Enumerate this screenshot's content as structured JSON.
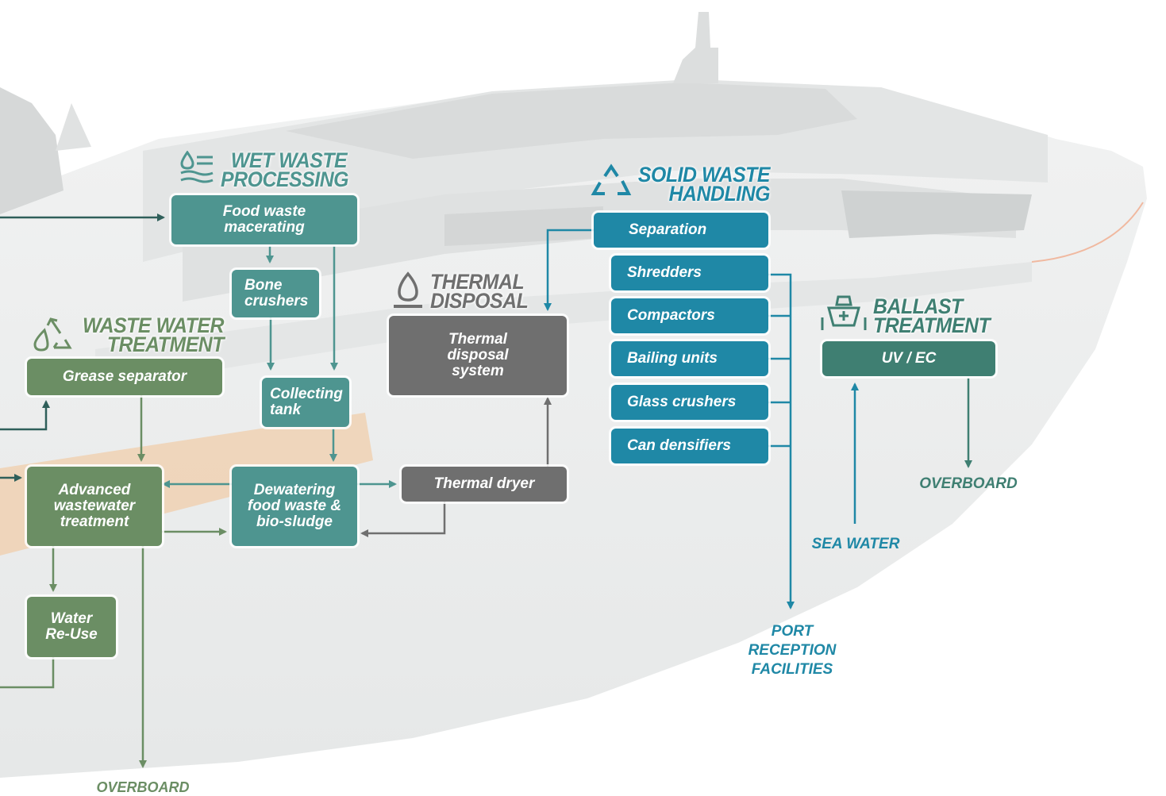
{
  "sections": {
    "wet_waste": {
      "title_line1": "WET WASTE",
      "title_line2": "PROCESSING"
    },
    "waste_water": {
      "title_line1": "WASTE WATER",
      "title_line2": "TREATMENT"
    },
    "thermal": {
      "title_line1": "THERMAL",
      "title_line2": "DISPOSAL"
    },
    "solid_waste": {
      "title_line1": "SOLID WASTE",
      "title_line2": "HANDLING"
    },
    "ballast": {
      "title_line1": "BALLAST",
      "title_line2": "TREATMENT"
    }
  },
  "boxes": {
    "food_waste_macerating": {
      "line1": "Food waste",
      "line2": "macerating"
    },
    "bone_crushers": {
      "line1": "Bone",
      "line2": "crushers"
    },
    "collecting_tank": {
      "line1": "Collecting",
      "line2": "tank"
    },
    "grease_separator": {
      "line1": "Grease separator"
    },
    "advanced_wastewater": {
      "line1": "Advanced",
      "line2": "wastewater",
      "line3": "treatment"
    },
    "water_reuse": {
      "line1": "Water",
      "line2": "Re-Use"
    },
    "dewatering": {
      "line1": "Dewatering",
      "line2": "food waste &",
      "line3": "bio-sludge"
    },
    "thermal_system": {
      "line1": "Thermal",
      "line2": "disposal",
      "line3": "system"
    },
    "thermal_dryer": {
      "line1": "Thermal dryer"
    },
    "separation": {
      "line1": "Separation"
    },
    "shredders": {
      "line1": "Shredders"
    },
    "compactors": {
      "line1": "Compactors"
    },
    "bailing_units": {
      "line1": "Bailing units"
    },
    "glass_crushers": {
      "line1": "Glass crushers"
    },
    "can_densifiers": {
      "line1": "Can densifiers"
    },
    "uv_ec": {
      "line1": "UV / EC"
    }
  },
  "labels": {
    "overboard_wastewater": "OVERBOARD",
    "overboard_ballast": "OVERBOARD",
    "sea_water": "SEA WATER",
    "port_line1": "PORT",
    "port_line2": "RECEPTION",
    "port_line3": "FACILITIES"
  },
  "colors": {
    "wastewater_green": "#6b8e64",
    "wet_waste_teal": "#4e9590",
    "thermal_gray": "#6f6f6f",
    "solid_waste_blue": "#1f88a6",
    "ballast_green": "#3f7f72",
    "ship_silhouette": "#eef0f0"
  }
}
